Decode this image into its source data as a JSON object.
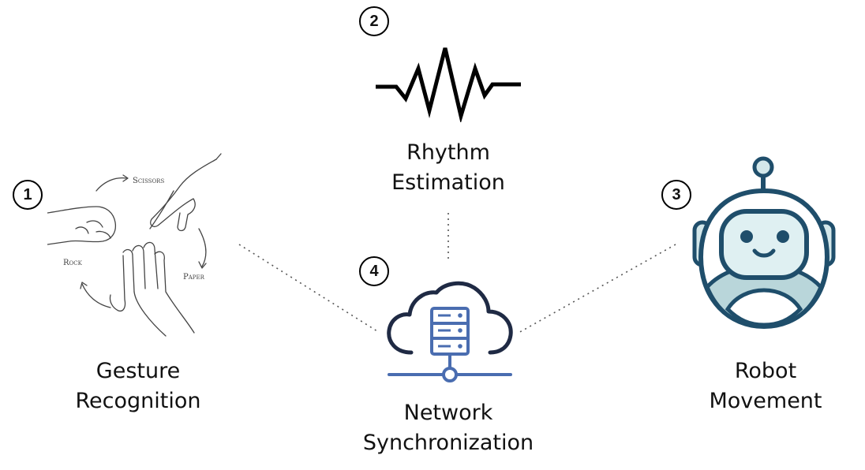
{
  "nodes": {
    "gesture": {
      "number": "1",
      "line1": "Gesture",
      "line2": "Recognition"
    },
    "rhythm": {
      "number": "2",
      "line1": "Rhythm",
      "line2": "Estimation"
    },
    "robot": {
      "number": "3",
      "line1": "Robot",
      "line2": "Movement"
    },
    "network": {
      "number": "4",
      "line1": "Network",
      "line2": "Synchronization"
    }
  },
  "gesture_sketch": {
    "scissors": "Scissors",
    "rock": "Rock",
    "paper": "Paper"
  },
  "icons": {
    "gesture": "hand-gestures-sketch-icon",
    "rhythm": "waveform-icon",
    "robot": "robot-head-icon",
    "network": "cloud-server-icon"
  },
  "colors": {
    "network_blue": "#4a6db0",
    "network_navy": "#1f2a44",
    "robot_navy": "#1f4e6b",
    "robot_face": "#dff0f2"
  }
}
